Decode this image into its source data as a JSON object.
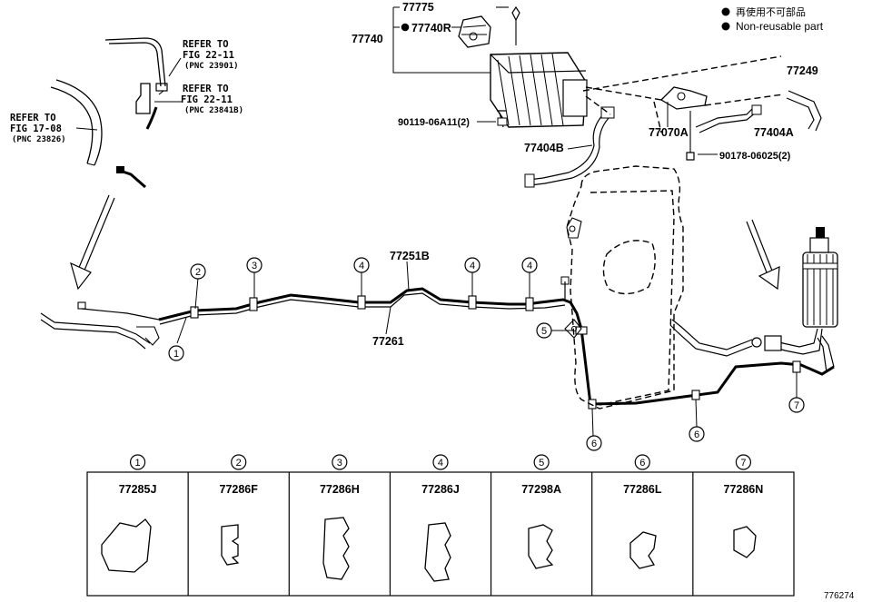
{
  "legend": {
    "items": [
      {
        "text": "再使用不可部品"
      },
      {
        "text": "Non-reusable part"
      }
    ]
  },
  "refs": {
    "fig22_11_a": {
      "line1": "REFER TO",
      "line2": "FIG 22-11",
      "line3": "(PNC 23901)"
    },
    "fig22_11_b": {
      "line1": "REFER TO",
      "line2": "FIG 22-11",
      "line3": "(PNC 23841B)"
    },
    "fig17_08": {
      "line1": "REFER TO",
      "line2": "FIG 17-08",
      "line3": "(PNC 23826)"
    }
  },
  "parts": {
    "p77775": "77775",
    "p77740": "77740",
    "p77740R": "77740R",
    "p90119": "90119-06A11(2)",
    "p77249": "77249",
    "p77404A": "77404A",
    "p77070A": "77070A",
    "p77404B": "77404B",
    "p90178": "90178-06025(2)",
    "p77251B": "77251B",
    "p77261": "77261"
  },
  "callouts": [
    "1",
    "2",
    "3",
    "4",
    "4",
    "4",
    "5",
    "6",
    "6",
    "7"
  ],
  "clamp_table": [
    {
      "index": "1",
      "part": "77285J"
    },
    {
      "index": "2",
      "part": "77286F"
    },
    {
      "index": "3",
      "part": "77286H"
    },
    {
      "index": "4",
      "part": "77286J"
    },
    {
      "index": "5",
      "part": "77298A"
    },
    {
      "index": "6",
      "part": "77286L"
    },
    {
      "index": "7",
      "part": "77286N"
    }
  ],
  "illustration_id": "776274"
}
